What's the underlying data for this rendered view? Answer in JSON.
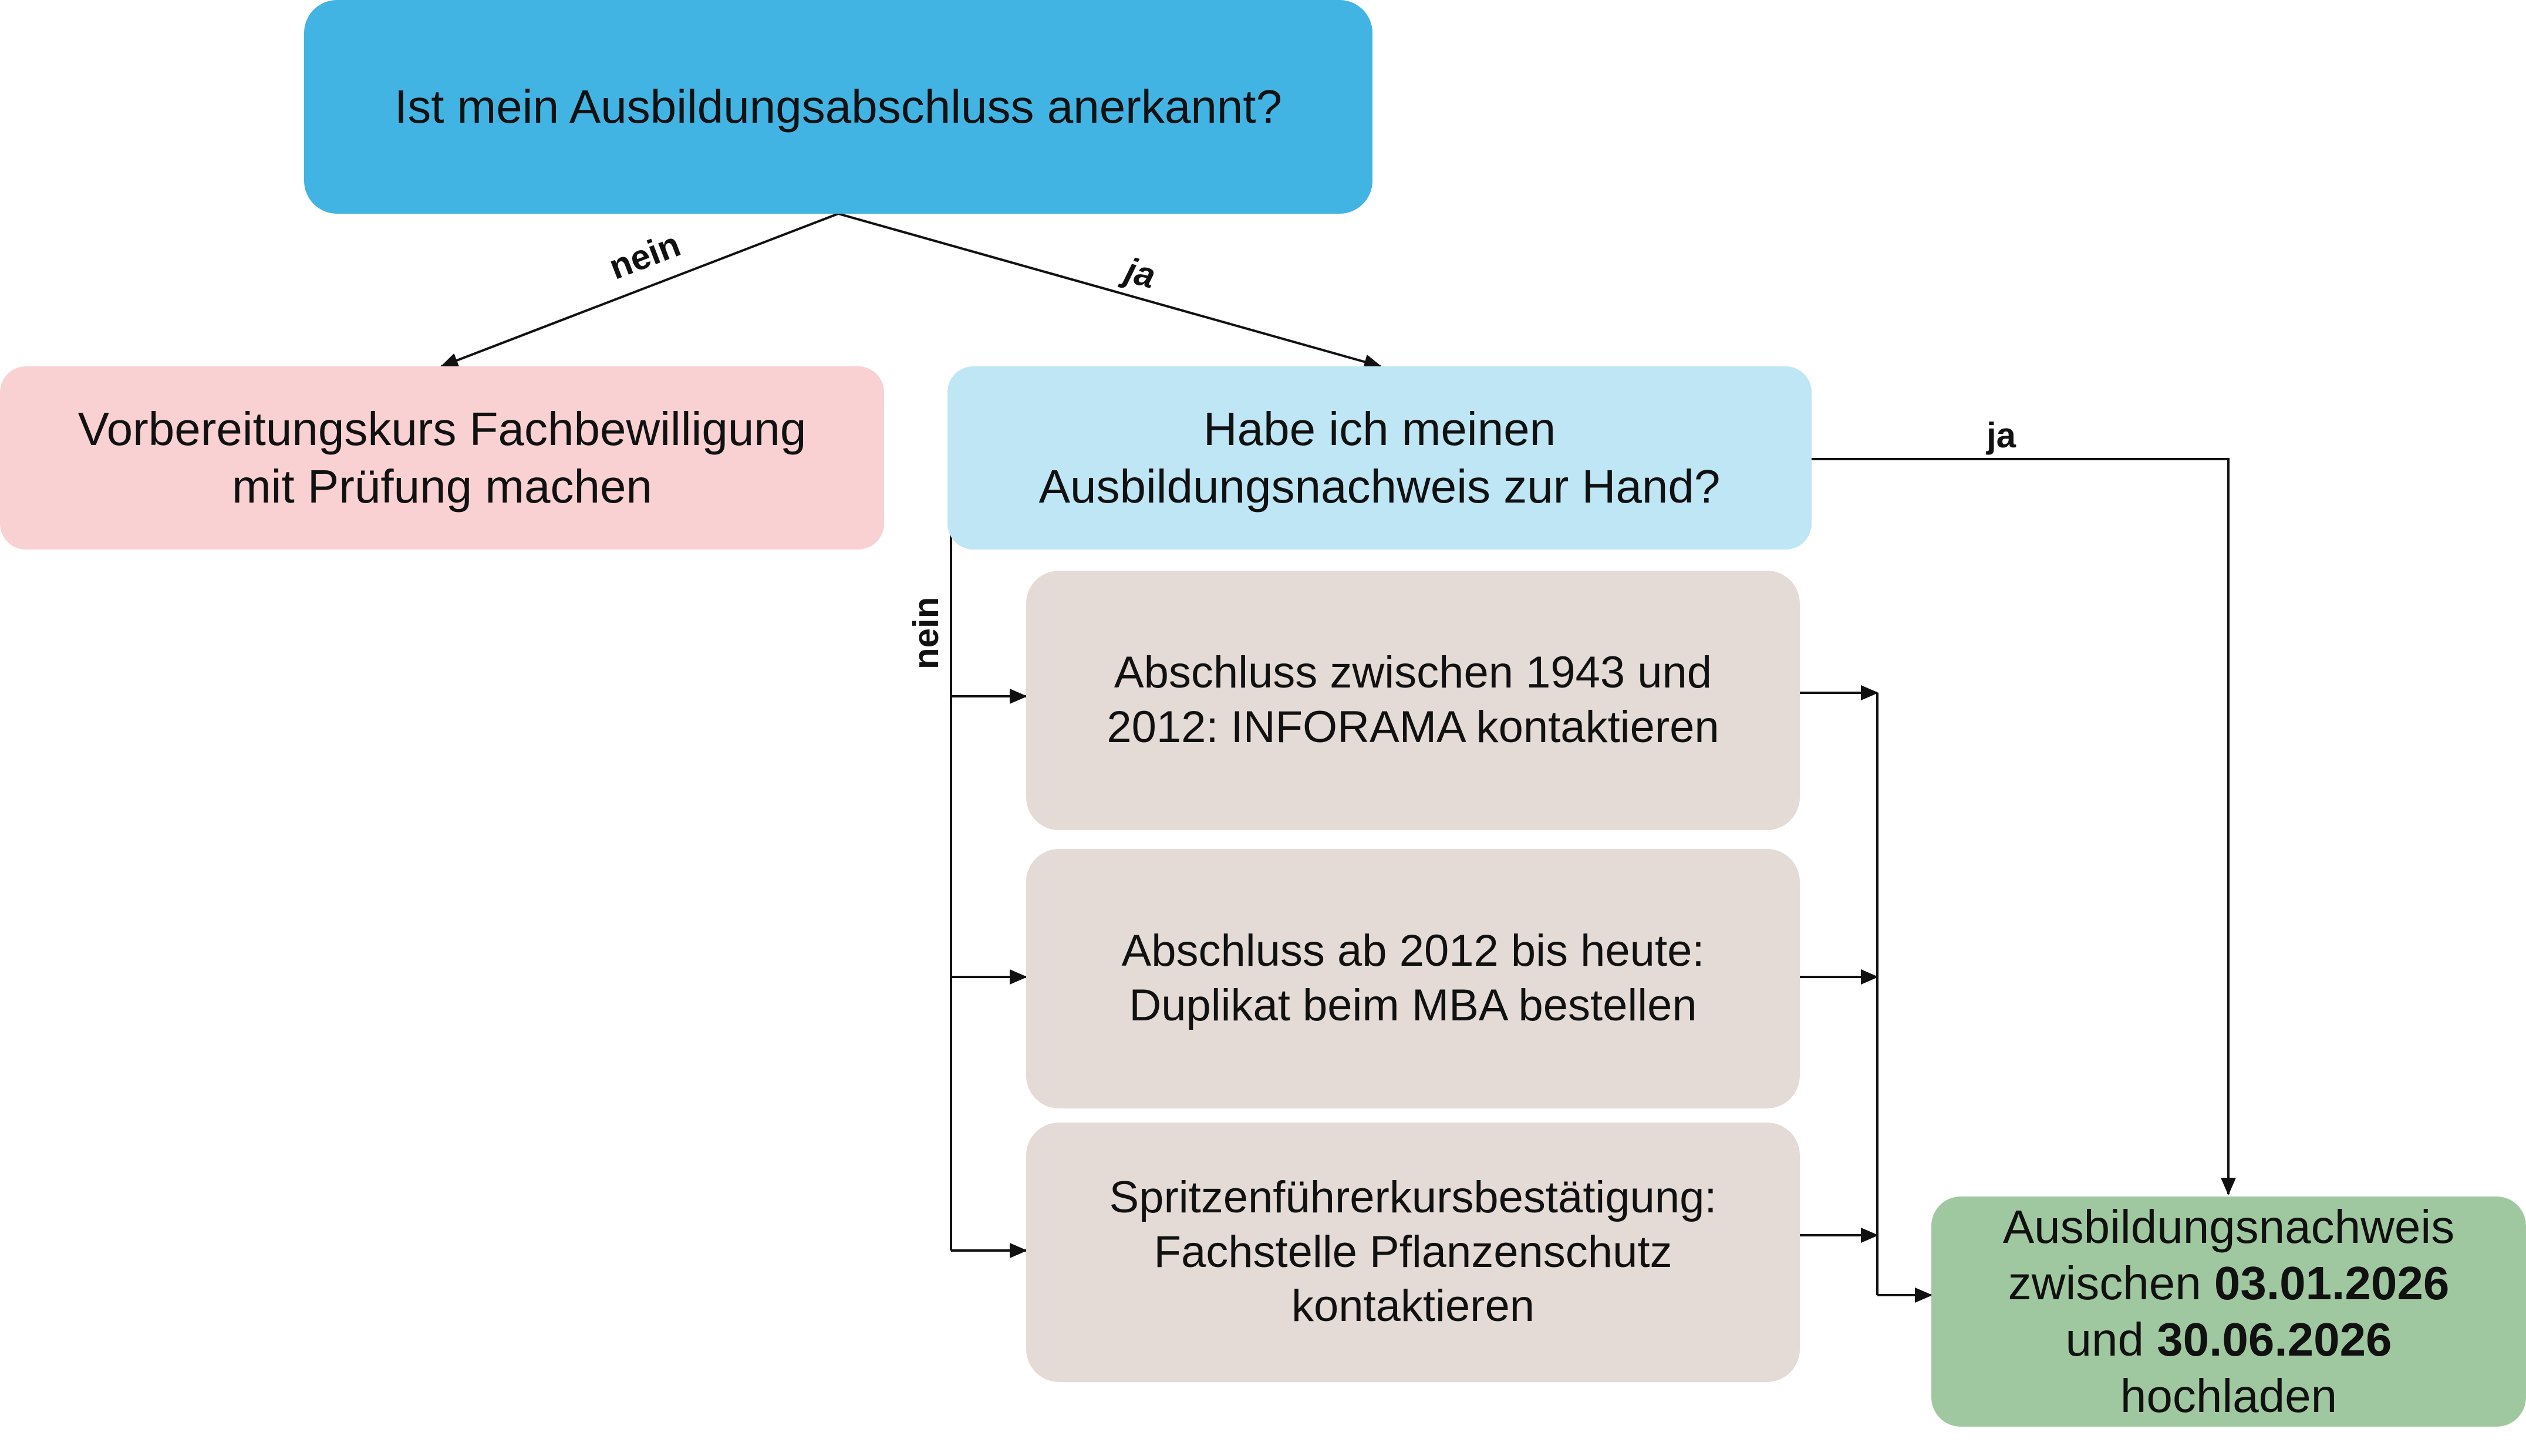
{
  "colors": {
    "question_primary": "#41B4E3",
    "question_secondary": "#BEE6F5",
    "negative_outcome": "#F9D1D3",
    "option": "#E4DAD6",
    "final_outcome": "#A0C8A0",
    "connector": "#111111"
  },
  "nodes": {
    "q1": {
      "text": "Ist mein Ausbildungsabschluss anerkannt?"
    },
    "no_path": {
      "line1": "Vorbereitungskurs Fachbewilligung",
      "line2": "mit Prüfung machen"
    },
    "q2": {
      "line1": "Habe ich meinen",
      "line2": "Ausbildungsnachweis zur Hand?"
    },
    "opt1": {
      "line1": "Abschluss zwischen 1943 und",
      "line2": "2012: INFORAMA kontaktieren"
    },
    "opt2": {
      "line1": "Abschluss ab 2012 bis heute:",
      "line2": "Duplikat beim MBA bestellen"
    },
    "opt3": {
      "line1": "Spritzenführerkursbestätigung:",
      "line2": "Fachstelle Pflanzenschutz",
      "line3": "kontaktieren"
    },
    "final": {
      "line1": "Ausbildungsnachweis",
      "line2_prefix": "zwischen ",
      "date_start": "03.01.2026",
      "line3_prefix": "und ",
      "date_end": "30.06.2026",
      "line4": "hochladen"
    }
  },
  "edges": {
    "q1_no": "nein",
    "q1_yes": "ja",
    "q2_yes": "ja",
    "q2_no": "nein"
  }
}
